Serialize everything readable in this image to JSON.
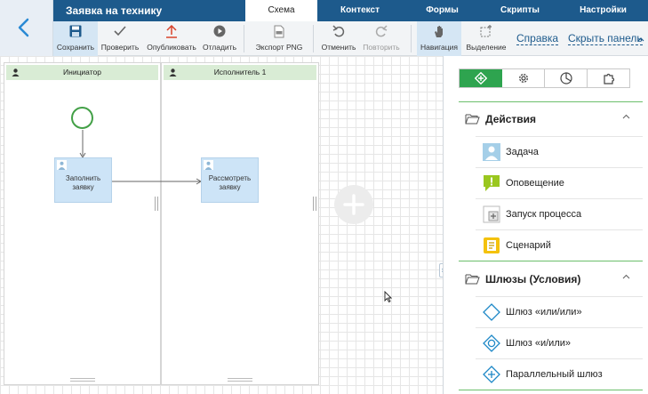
{
  "app_title": "Заявка на технику",
  "tabs": [
    {
      "label": "Схема",
      "active": true
    },
    {
      "label": "Контекст",
      "active": false
    },
    {
      "label": "Формы",
      "active": false
    },
    {
      "label": "Скрипты",
      "active": false
    },
    {
      "label": "Настройки",
      "active": false
    }
  ],
  "toolbar": {
    "save": "Сохранить",
    "check": "Проверить",
    "publish": "Опубликовать",
    "debug": "Отладить",
    "export_png": "Экспорт PNG",
    "undo": "Отменить",
    "redo": "Повторить",
    "navigation": "Навигация",
    "selection": "Выделение",
    "help": "Справка",
    "hide_panel": "Скрыть панель"
  },
  "lanes": [
    {
      "title": "Инициатор"
    },
    {
      "title": "Исполнитель 1"
    }
  ],
  "tasks": [
    {
      "label": "Заполнить заявку"
    },
    {
      "label": "Рассмотреть заявку"
    }
  ],
  "panel": {
    "groups": [
      {
        "title": "Действия",
        "items": [
          {
            "label": "Задача",
            "icon": "user-task-icon"
          },
          {
            "label": "Оповещение",
            "icon": "notification-icon"
          },
          {
            "label": "Запуск процесса",
            "icon": "subprocess-icon"
          },
          {
            "label": "Сценарий",
            "icon": "script-icon"
          }
        ]
      },
      {
        "title": "Шлюзы (Условия)",
        "items": [
          {
            "label": "Шлюз «или/или»",
            "icon": "exclusive-gateway-icon"
          },
          {
            "label": "Шлюз «и/или»",
            "icon": "inclusive-gateway-icon"
          },
          {
            "label": "Параллельный шлюз",
            "icon": "parallel-gateway-icon"
          }
        ]
      }
    ]
  },
  "colors": {
    "header": "#1d5a8c",
    "lane_header": "#d9ecd5",
    "task_fill": "#cde4f7",
    "start_event": "#43a047",
    "active_panel_tab": "#2ea44f",
    "gateway": "#1e88c7"
  }
}
